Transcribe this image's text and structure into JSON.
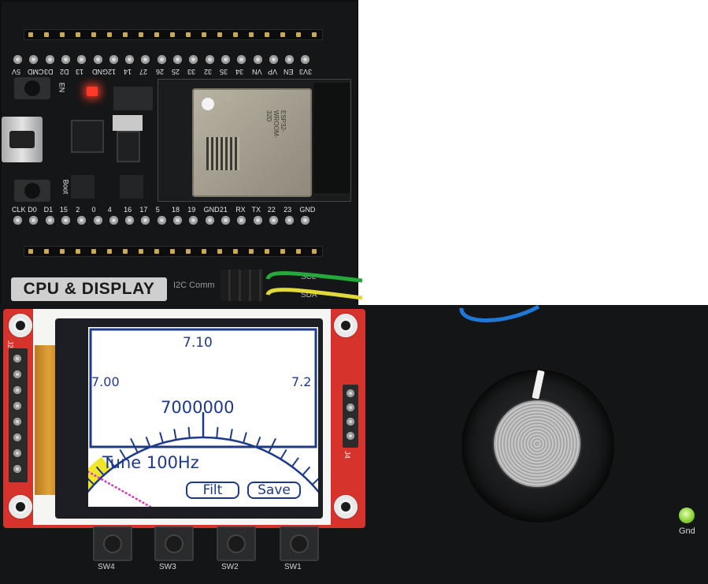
{
  "board": {
    "section_label": "CPU & DISPLAY",
    "i2c_label": "I2C Comm",
    "scl_label": "SCL",
    "sda_label": "SDA",
    "top_pin_labels": [
      "5V",
      "CMD",
      "D3",
      "D2",
      "13",
      "GND",
      "12",
      "14",
      "27",
      "26",
      "25",
      "33",
      "32",
      "35",
      "34",
      "VN",
      "VP",
      "EN",
      "3V3"
    ],
    "bottom_pin_labels": [
      "CLK",
      "D0",
      "D1",
      "15",
      "2",
      "0",
      "4",
      "16",
      "17",
      "5",
      "18",
      "19",
      "GND",
      "21",
      "RX",
      "TX",
      "22",
      "23",
      "GND"
    ],
    "en_label": "EN",
    "boot_label": "Boot",
    "module_text": "ESP32-WROOM-32D"
  },
  "display": {
    "scale_top_value": "7.10",
    "scale_left_value": "7.00",
    "scale_right_value": "7.2",
    "frequency": "7000000",
    "status": "Tune 100Hz",
    "buttons": [
      "Filt",
      "Save"
    ],
    "left_connector_label": "J2",
    "right_connector_label": "J4",
    "accent_color": "#1d3a8a",
    "highlight_color": "#f0e62a",
    "needle_color": "#d13bc1"
  },
  "switches": [
    "SW4",
    "SW3",
    "SW2",
    "SW1"
  ],
  "gnd_label": "Gnd"
}
